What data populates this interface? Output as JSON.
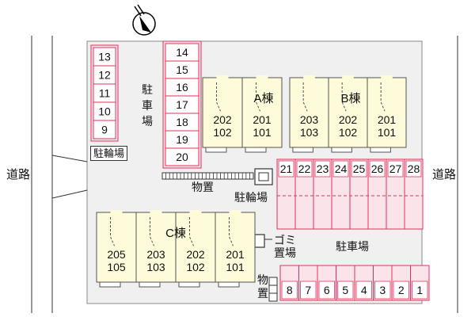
{
  "roads": {
    "left": "道路",
    "right": "道路"
  },
  "parking_label": "駐車場",
  "parking_stack_label": [
    "駐",
    "車",
    "場"
  ],
  "bicycle_parking": "駐輪場",
  "storage": "物置",
  "storage_stack": [
    "物",
    "置"
  ],
  "garbage": "ゴミ置場",
  "parking_left_col": [
    "13",
    "12",
    "11",
    "10",
    "9"
  ],
  "parking_mid_col": [
    "14",
    "15",
    "16",
    "17",
    "18",
    "19",
    "20"
  ],
  "parking_top_right": [
    "21",
    "22",
    "23",
    "24",
    "25",
    "26",
    "27",
    "28"
  ],
  "parking_bottom": [
    "8",
    "7",
    "6",
    "5",
    "4",
    "3",
    "2",
    "1"
  ],
  "buildings": [
    {
      "name": "A棟",
      "units": [
        {
          "upper": "202",
          "lower": "102"
        },
        {
          "upper": "201",
          "lower": "101"
        }
      ]
    },
    {
      "name": "B棟",
      "units": [
        {
          "upper": "203",
          "lower": "103"
        },
        {
          "upper": "202",
          "lower": "102"
        },
        {
          "upper": "201",
          "lower": "101"
        }
      ]
    },
    {
      "name": "C棟",
      "units": [
        {
          "upper": "205",
          "lower": "105"
        },
        {
          "upper": "203",
          "lower": "103"
        },
        {
          "upper": "202",
          "lower": "102"
        },
        {
          "upper": "201",
          "lower": "101"
        }
      ]
    }
  ],
  "colors": {
    "parking_fill": "#fbe3ea",
    "parking_stroke": "#e0305a",
    "building_fill": "#fdfbd9",
    "lot_fill": "#f0f0f0"
  }
}
